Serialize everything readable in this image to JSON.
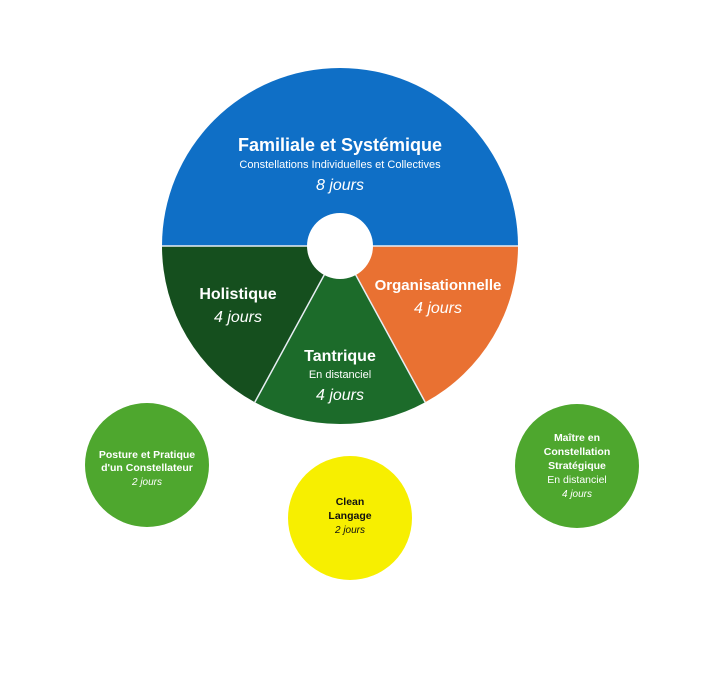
{
  "colors": {
    "familiale": "#0F6FC6",
    "holistique": "#154F1E",
    "tantrique": "#1C6B2A",
    "organisationnelle": "#E97132",
    "posture": "#4EA72E",
    "clean": "#F7EF00",
    "maitre": "#4EA72E",
    "divider": "#E8EEF4",
    "white_text": "#FFFFFF",
    "dark_text": "#111111"
  },
  "wheel": {
    "segments": [
      {
        "id": "familiale",
        "title": "Familiale et Systémique",
        "subtitle": "Constellations Individuelles et Collectives",
        "duration": "8 jours"
      },
      {
        "id": "holistique",
        "title": "Holistique",
        "duration": "4 jours"
      },
      {
        "id": "tantrique",
        "title": "Tantrique",
        "subtitle": "En distanciel",
        "duration": "4 jours"
      },
      {
        "id": "organisationnelle",
        "title": "Organisationnelle",
        "duration": "4 jours"
      }
    ]
  },
  "bubbles": [
    {
      "id": "posture",
      "title_lines": [
        "Posture et Pratique",
        "d'un Constellateur"
      ],
      "duration": "2 jours"
    },
    {
      "id": "clean",
      "title_lines": [
        "Clean",
        "Langage"
      ],
      "duration": "2 jours"
    },
    {
      "id": "maitre",
      "title_lines": [
        "Maître en",
        "Constellation",
        "Stratégique"
      ],
      "subtitle": "En distanciel",
      "duration": "4 jours"
    }
  ]
}
